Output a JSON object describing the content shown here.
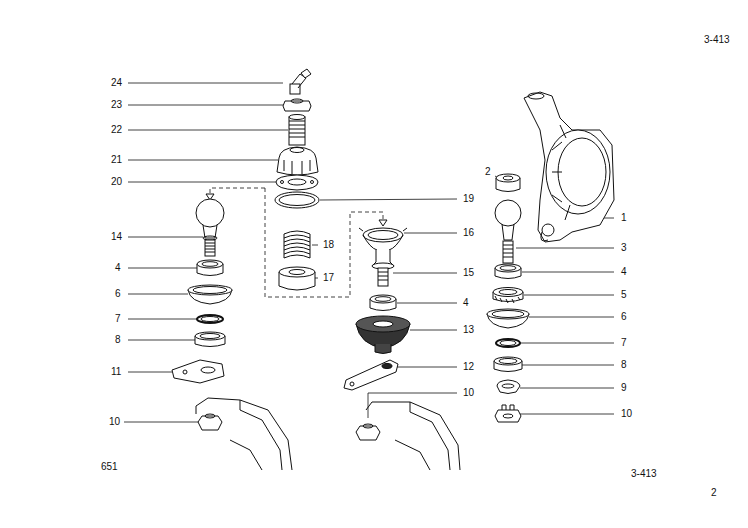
{
  "diagram": {
    "labels": [
      "3-413",
      "24",
      "23",
      "22",
      "21",
      "20",
      "14",
      "4",
      "6",
      "7",
      "8",
      "11",
      "10",
      "19",
      "18",
      "17",
      "16",
      "15",
      "4",
      "13",
      "12",
      "10",
      "2",
      "1",
      "3",
      "4",
      "5",
      "6",
      "7",
      "8",
      "9",
      "10",
      "651",
      "3-413",
      "2"
    ]
  }
}
